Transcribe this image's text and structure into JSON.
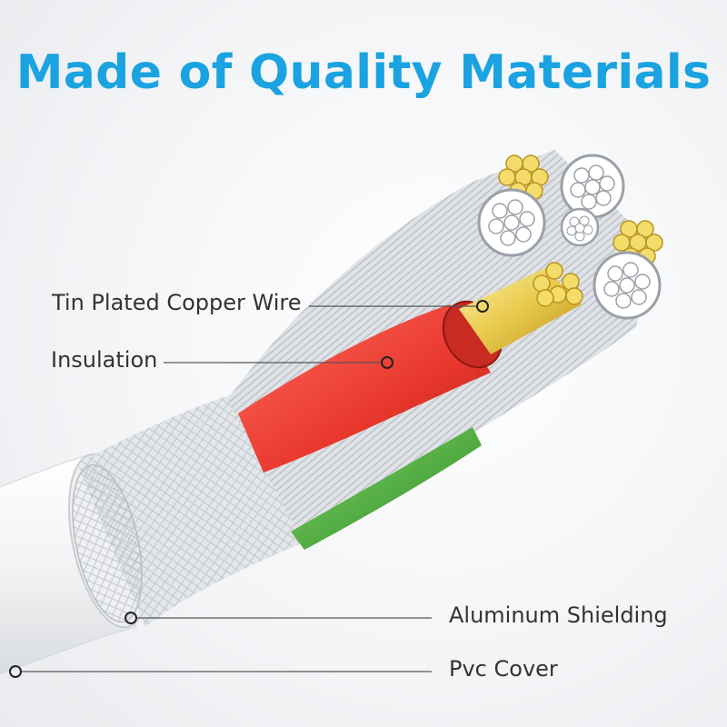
{
  "title": "Made of Quality Materials",
  "labels": {
    "copper_wire": "Tin Plated Copper Wire",
    "insulation": "Insulation",
    "shielding": "Aluminum Shielding",
    "cover": "Pvc Cover"
  },
  "colors": {
    "title": "#1aa3e0",
    "label_text": "#333333",
    "insulation_red": "#e8372d",
    "insulation_green": "#3fa12f",
    "copper_gold": "#e8c84a",
    "strand_silver": "#c9cdd2",
    "pvc_white": "#f7f7f7"
  }
}
